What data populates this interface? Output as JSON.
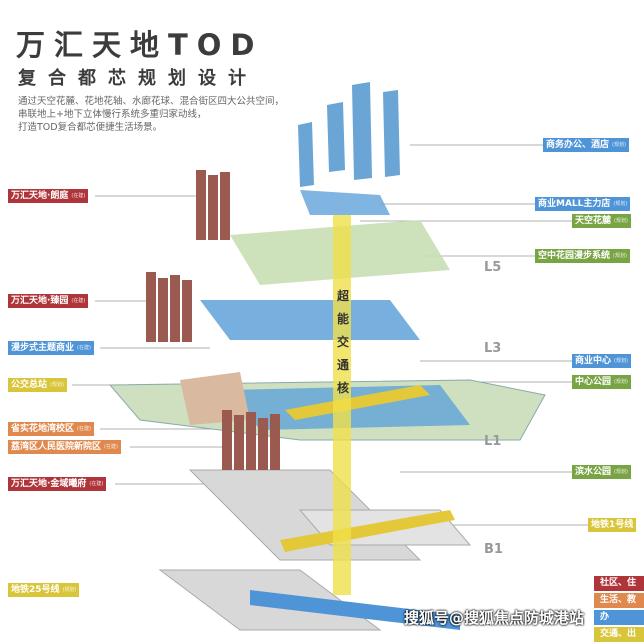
{
  "header": {
    "title": "万汇天地TOD",
    "subtitle": "复合都芯规划设计",
    "desc": [
      "通过天空花麓、花地花轴、水廊花球、混合街区四大公共空间，",
      "串联地上+地下立体慢行系统多重归家动线，",
      "打造TOD复合都芯便捷生活场景。"
    ]
  },
  "left_labels": [
    {
      "text": "万汇天地·朗庭",
      "tag": "在建",
      "color": "#b0353a"
    },
    {
      "text": "万汇天地·臻园",
      "tag": "在建",
      "color": "#b0353a"
    },
    {
      "text": "漫步式主题商业",
      "tag": "在建",
      "color": "#4e94d6"
    },
    {
      "text": "公交总站",
      "tag": "规划",
      "color": "#d9c53a"
    },
    {
      "text": "省实花地湾校区",
      "tag": "在建",
      "color": "#e0894e"
    },
    {
      "text": "荔湾区人民医院新院区",
      "tag": "在建",
      "color": "#e0894e"
    },
    {
      "text": "万汇天地·金域曦府",
      "tag": "在建",
      "color": "#b0353a"
    },
    {
      "text": "地铁25号线",
      "tag": "规划",
      "color": "#d9c53a"
    }
  ],
  "right_labels": [
    {
      "text": "商务办公、酒店",
      "tag": "规划",
      "color": "#4e94d6"
    },
    {
      "text": "商业MALL主力店",
      "tag": "规划",
      "color": "#4e94d6"
    },
    {
      "text": "天空花麓",
      "tag": "规划",
      "color": "#79a444"
    },
    {
      "text": "空中花园漫步系统",
      "tag": "规划",
      "color": "#79a444"
    },
    {
      "text": "商业中心",
      "tag": "规划",
      "color": "#4e94d6"
    },
    {
      "text": "中心公园",
      "tag": "规划",
      "color": "#79a444"
    },
    {
      "text": "滨水公园",
      "tag": "规划",
      "color": "#79a444"
    },
    {
      "text": "地铁1号线",
      "tag": "",
      "color": "#d9c53a"
    }
  ],
  "levels": [
    "L5",
    "L3",
    "L1",
    "B1"
  ],
  "core_text": [
    "超",
    "能",
    "交",
    "通",
    "核"
  ],
  "legend": [
    {
      "text": "社区、住",
      "color": "#b0353a"
    },
    {
      "text": "生活、教",
      "color": "#e0894e"
    },
    {
      "text": "办",
      "color": "#4e94d6"
    },
    {
      "text": "交通、出",
      "color": "#d9c53a"
    }
  ],
  "watermark": "搜狐号@搜狐焦点防城港站"
}
